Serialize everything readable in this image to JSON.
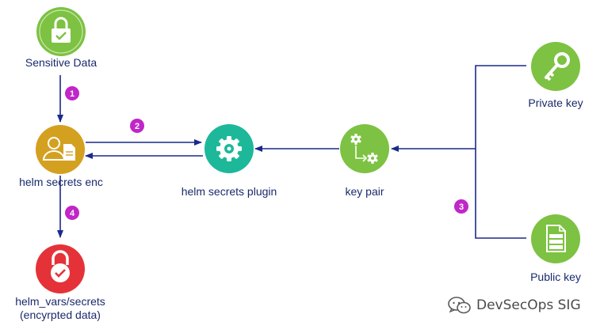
{
  "nodes": {
    "sensitive_data": {
      "label": "Sensitive Data",
      "icon": "lock-icon",
      "color": "#7dc242"
    },
    "helm_secrets_enc": {
      "label": "helm secrets enc",
      "icon": "user-document-icon",
      "color": "#d4a020"
    },
    "helm_secrets_plugin": {
      "label": "helm secrets plugin",
      "icon": "gear-icon",
      "color": "#1db89a"
    },
    "key_pair": {
      "label": "key pair",
      "icon": "gears-arrow-icon",
      "color": "#7dc242"
    },
    "private_key": {
      "label": "Private key",
      "icon": "key-icon",
      "color": "#7dc242"
    },
    "public_key": {
      "label": "Public key",
      "icon": "document-server-icon",
      "color": "#7dc242"
    },
    "encrypted": {
      "label_line1": "helm_vars/secrets",
      "label_line2": "(encyrpted data)",
      "icon": "lock-check-icon",
      "color": "#e53238"
    }
  },
  "steps": [
    "1",
    "2",
    "3",
    "4"
  ],
  "step_color": "#c026c8",
  "arrow_color": "#1a2a8c",
  "watermark": "DevSecOps SIG"
}
